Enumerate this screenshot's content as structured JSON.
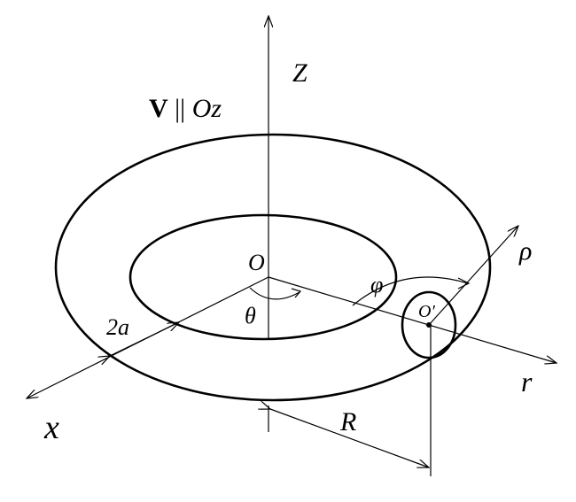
{
  "labels": {
    "z_axis": "Z",
    "velocity_bold": "V",
    "velocity_rest": " || ",
    "velocity_axis": "Oz",
    "origin": "O",
    "theta": "θ",
    "phi": "φ",
    "tube_center": "O′",
    "rho": "ρ",
    "r_axis": "r",
    "x_axis": "x",
    "two_a": "2a",
    "radius_R": "R"
  },
  "colors": {
    "stroke": "#000000",
    "background": "#ffffff"
  }
}
